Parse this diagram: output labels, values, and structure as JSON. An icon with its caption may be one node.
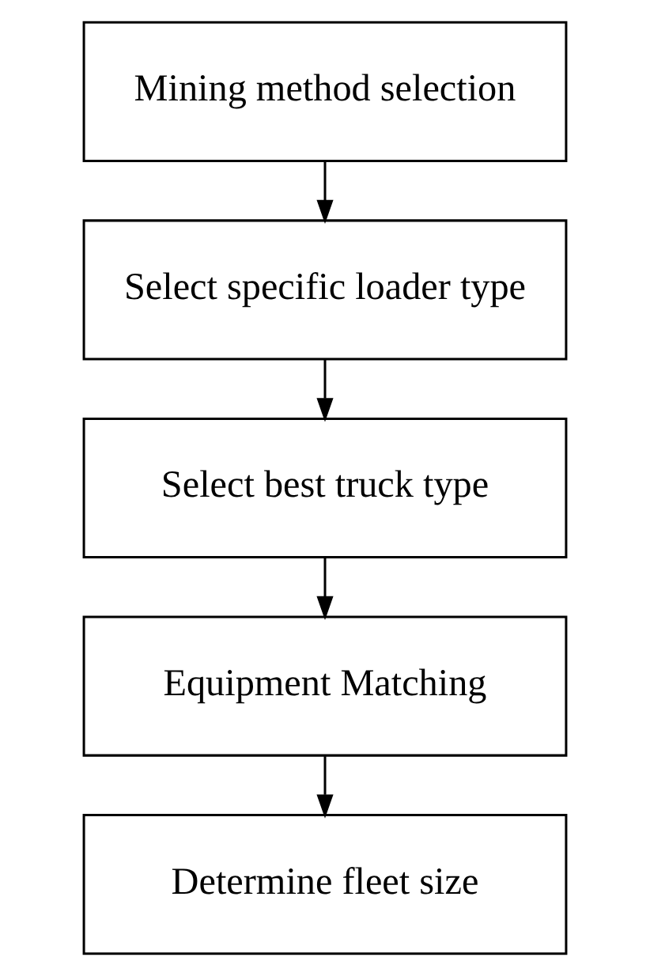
{
  "diagram": {
    "nodes": [
      {
        "text": [
          "Mining method selection"
        ]
      },
      {
        "text": [
          "Select specific loader type"
        ]
      },
      {
        "text": [
          "Select best truck type"
        ]
      },
      {
        "text": [
          "Equipment Matching"
        ]
      },
      {
        "text": [
          "Determine fleet size"
        ]
      }
    ],
    "edges": [
      {
        "from": 0,
        "to": 1,
        "arrow": "to"
      },
      {
        "from": 1,
        "to": 2,
        "arrow": "to"
      },
      {
        "from": 2,
        "to": 3,
        "arrow": "to"
      },
      {
        "from": 3,
        "to": 4,
        "arrow": "to"
      }
    ]
  }
}
